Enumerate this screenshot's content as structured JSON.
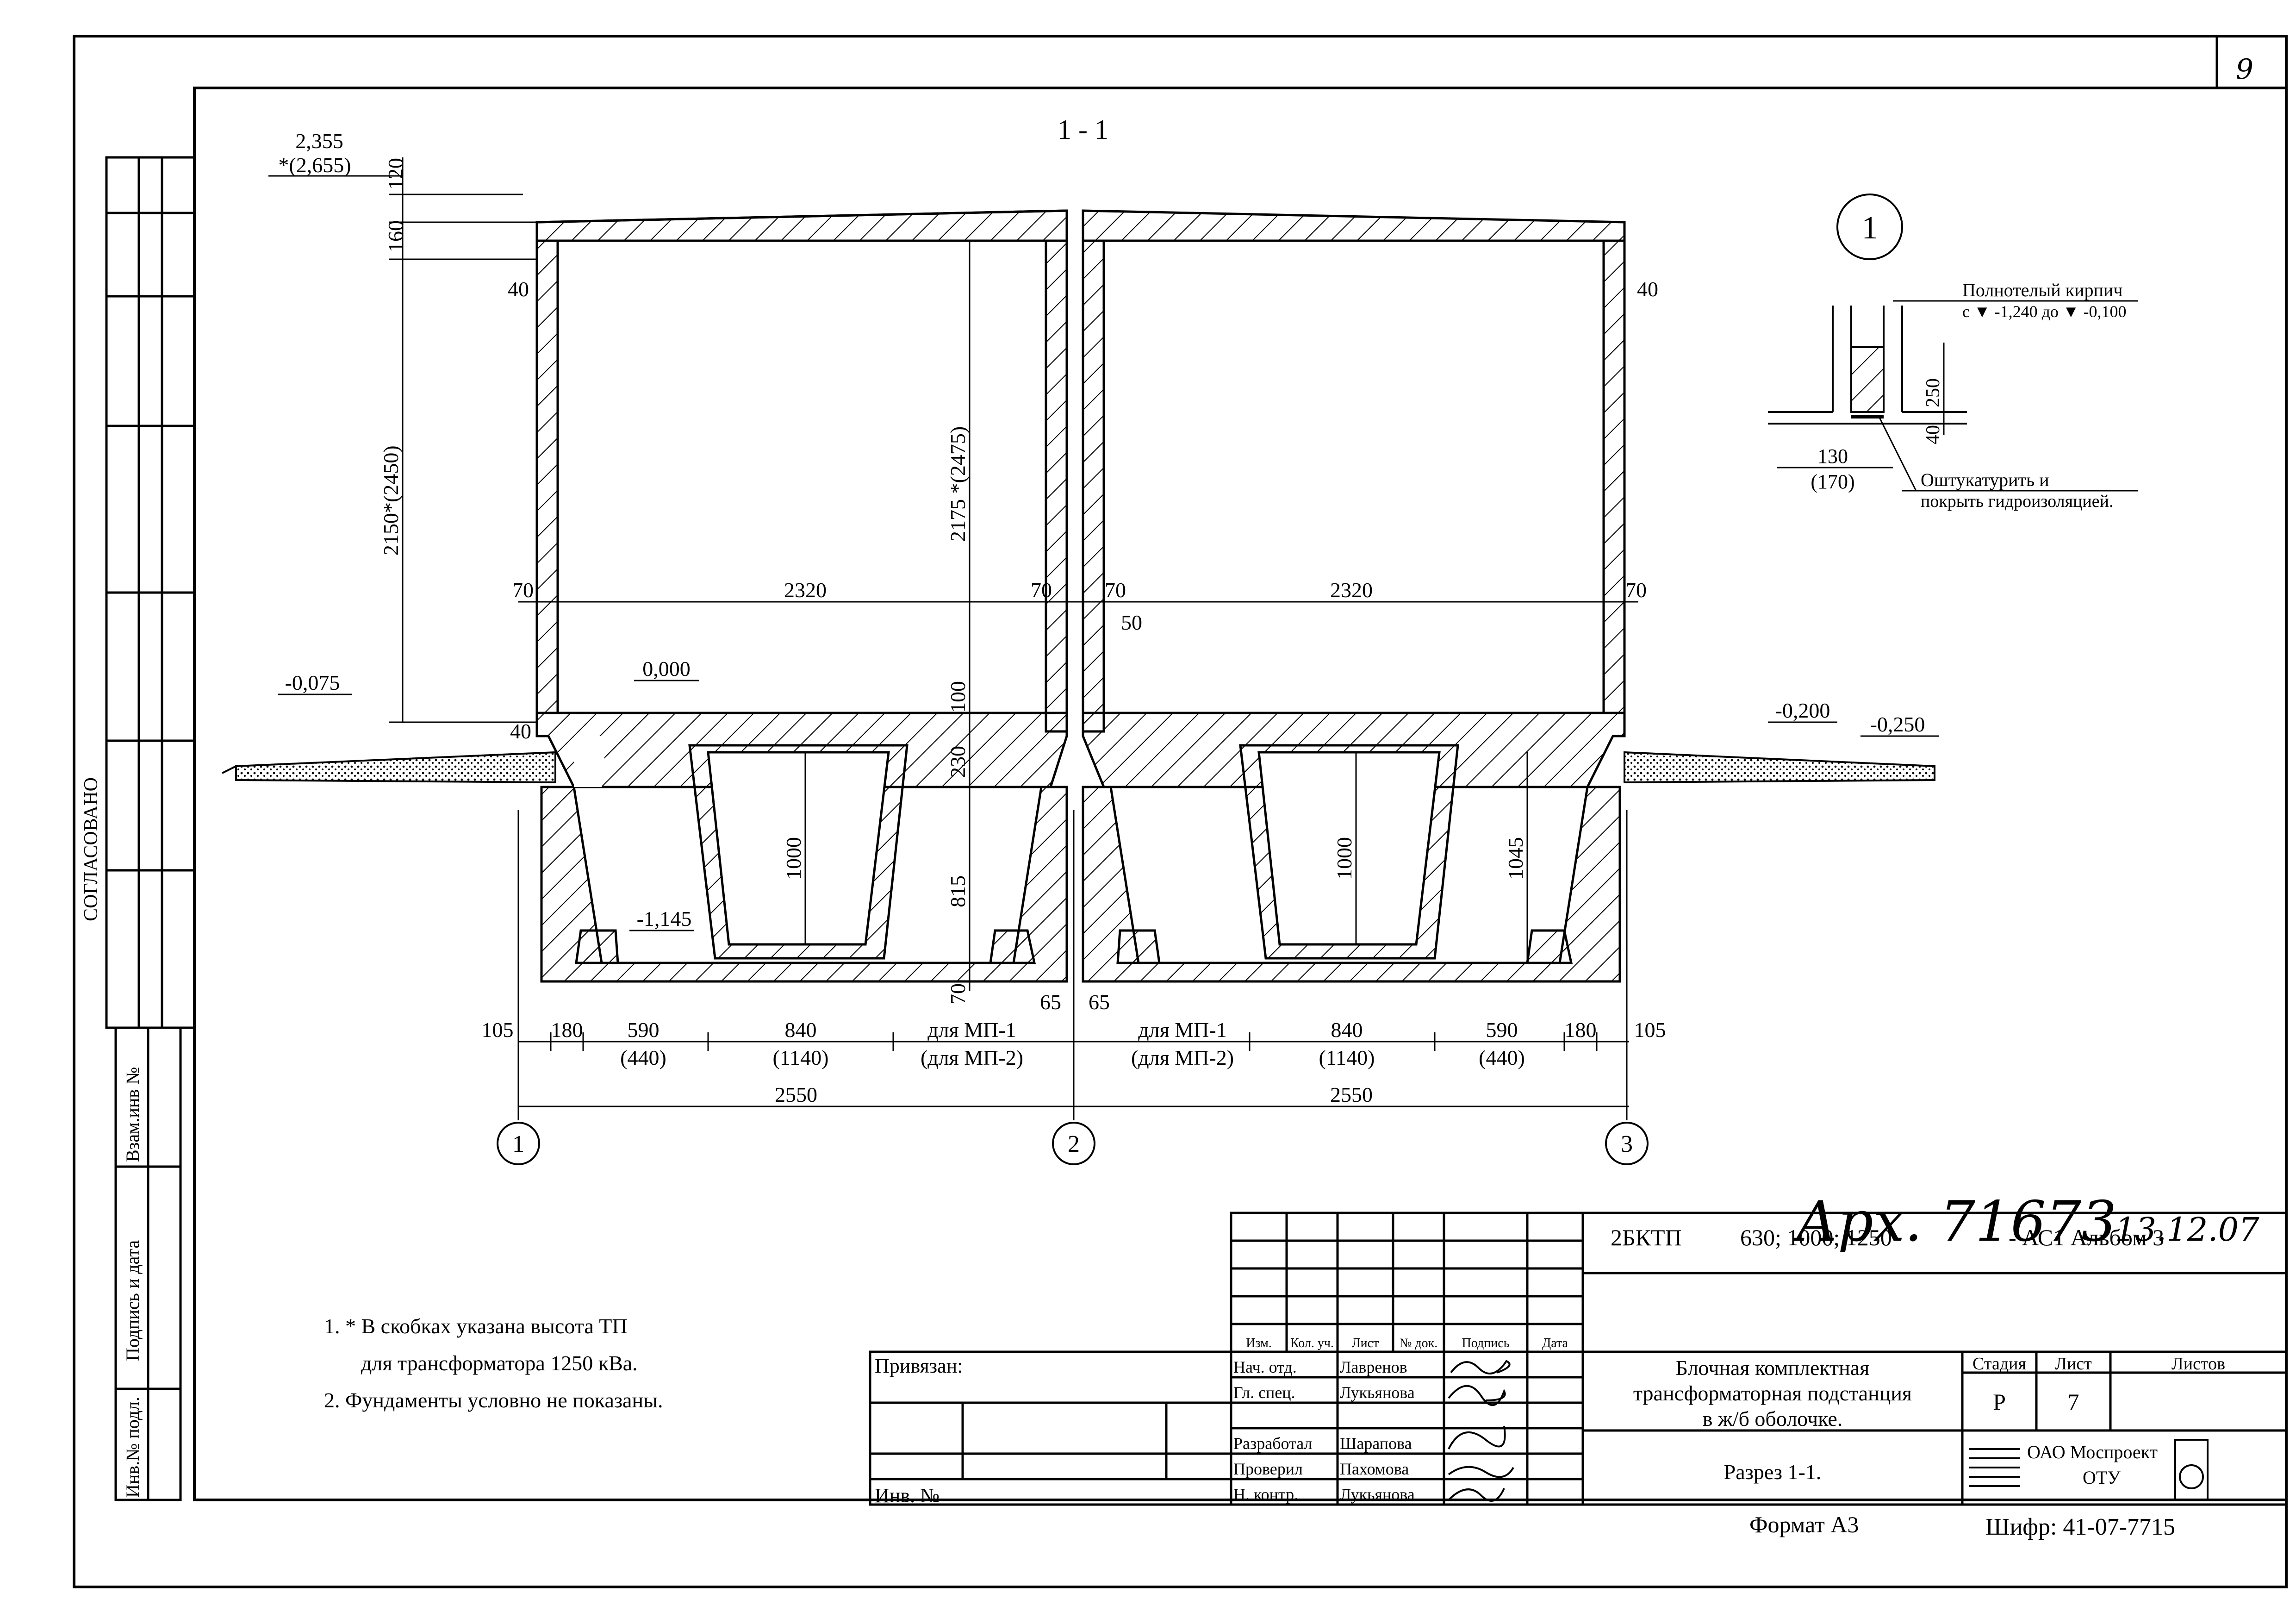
{
  "sheet_number": "9",
  "section": {
    "title": "1 - 1",
    "elev_top_a": "2,355",
    "elev_top_b": "*(2,655)",
    "elev_left": "-0,075",
    "elev_floor": "0,000",
    "elev_pit": "-1,145",
    "elev_right_a": "-0,200",
    "elev_right_b": "-0,250"
  },
  "dims": {
    "d120": "120",
    "d160": "160",
    "d40": "40",
    "left_height": "2150*(2450)",
    "mid_height": "2175 *(2475)",
    "d70": "70",
    "d2320": "2320",
    "d50": "50",
    "d100": "100",
    "d230": "230",
    "d815": "815",
    "d1000": "1000",
    "d1045": "1045",
    "d65": "65",
    "d105": "105",
    "d180": "180",
    "d590": "590",
    "d440": "(440)",
    "d840": "840",
    "d1140": "(1140)",
    "mp1": "для МП-1",
    "mp2": "(для МП-2)",
    "d2550": "2550"
  },
  "axes": [
    "1",
    "2",
    "3"
  ],
  "detail": {
    "marker": "1",
    "brick_l1": "Полнотелый кирпич",
    "brick_l2": "с ▼ -1,240 до ▼ -0,100",
    "d250": "250",
    "d40": "40",
    "d130": "130",
    "d170": "(170)",
    "plaster_l1": "Оштукатурить и",
    "plaster_l2": "покрыть гидроизоляцией."
  },
  "notes": [
    "1. * В скобках указана высота ТП",
    "для трансформатора 1250 кВа.",
    "2. Фундаменты условно не показаны."
  ],
  "left_margin": {
    "agreed": "СОГЛАСОВАНО",
    "vzam": "Взам.инв №",
    "podpis": "Подпись и дата",
    "inv": "Инв.№ подл."
  },
  "stamp": {
    "arch_number": "Арх. 71673",
    "arch_date": "13.12.07",
    "code": "2БКТП",
    "power": "630; 1000; 1250",
    "album": "- АС1  Альбом 3",
    "col_headers": [
      "Изм.",
      "Кол. уч.",
      "Лист",
      "№ док.",
      "Подпись",
      "Дата"
    ],
    "privyazan": "Привязан:",
    "inv_no": "Инв. №",
    "roles": [
      {
        "role": "Нач. отд.",
        "name": "Лавренов"
      },
      {
        "role": "Гл. спец.",
        "name": "Лукьянова"
      },
      {
        "role": "Разработал",
        "name": "Шарапова"
      },
      {
        "role": "Проверил",
        "name": "Пахомова"
      },
      {
        "role": "Н. контр.",
        "name": "Лукьянова"
      }
    ],
    "title_l1": "Блочная комплектная",
    "title_l2": "трансформаторная подстанция",
    "title_l3": "в ж/б оболочке.",
    "stage_h": "Стадия",
    "sheet_h": "Лист",
    "sheets_h": "Листов",
    "stage": "Р",
    "sheet": "7",
    "sheets": "",
    "drawing": "Разрез 1-1.",
    "org_l1": "ОАО Моспроект",
    "org_l2": "ОТУ",
    "format": "Формат А3",
    "cipher": "Шифр: 41-07-7715"
  }
}
